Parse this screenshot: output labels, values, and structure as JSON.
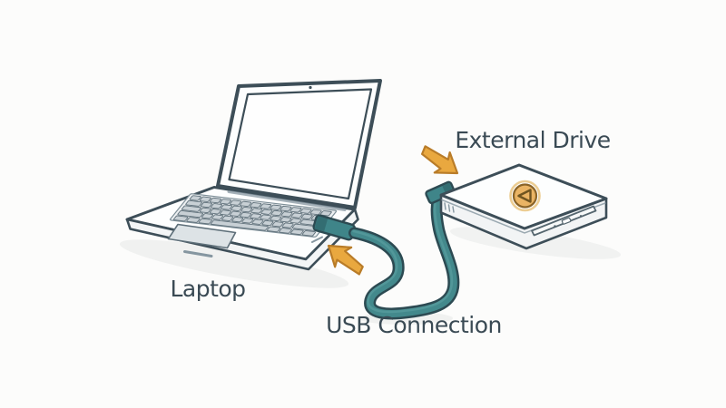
{
  "illustration": {
    "labels": {
      "laptop": "Laptop",
      "usb_connection": "USB Connection",
      "external_drive": "External Drive"
    },
    "colors": {
      "background": "#fcfcfb",
      "outline": "#3d4e58",
      "cable_teal": "#43898c",
      "arrow_orange": "#e9a83f",
      "arrow_outline": "#b97c28",
      "logo_gold": "#eab464",
      "key_gray": "#c8d0d5",
      "text": "#3a4a54",
      "shadow": "#e7e9e9"
    },
    "icons": {
      "arrow_laptop_port": "arrow-icon-laptop-port",
      "arrow_drive_port": "arrow-icon-drive-port",
      "drive_logo": "drive-logo-triangle-icon"
    }
  }
}
